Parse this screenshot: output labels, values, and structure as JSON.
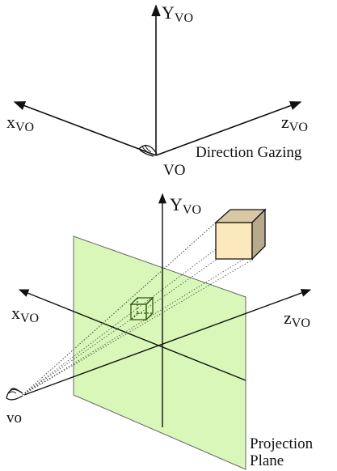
{
  "colors": {
    "line": "#111111",
    "plane_fill": "#d9f7b8",
    "plane_stroke": "#555555",
    "cube_front": "#fbe9bd",
    "cube_top": "#d8c8a3",
    "cube_side": "#b9a98c",
    "small_cube": "#2f5a12"
  },
  "top_diagram": {
    "y_axis": {
      "main": "Y",
      "sub": "VO"
    },
    "x_axis": {
      "main": "x",
      "sub": "VO"
    },
    "z_axis": {
      "main": "z",
      "sub": "VO"
    },
    "origin_label": "VO",
    "direction_label": "Direction Gazing"
  },
  "bottom_diagram": {
    "y_axis": {
      "main": "Y",
      "sub": "VO"
    },
    "x_axis": {
      "main": "x",
      "sub": "VO"
    },
    "z_axis": {
      "main": "z",
      "sub": "VO"
    },
    "viewpoint_label": "vo",
    "plane_label_line1": "Projection",
    "plane_label_line2": "Plane"
  }
}
